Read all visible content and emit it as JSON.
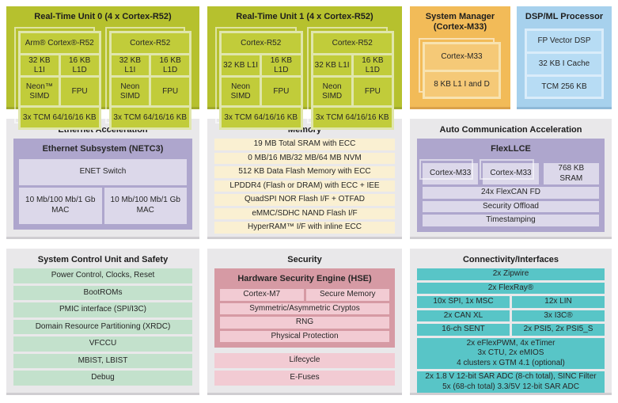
{
  "colors": {
    "rtu_green": "#b6c12e",
    "rtu_cell": "#c1cc3a",
    "manager_orange": "#f2bb58",
    "manager_cell": "#f5c977",
    "dsp_blue": "#a7d1ed",
    "dsp_cell": "#b7dcf4",
    "box_gray": "#e9e8ea",
    "purple_block": "#aea6cd",
    "purple_cell": "#dcd8ea",
    "memory_cream": "#faf0d2",
    "safety_green": "#c3e1cc",
    "hse_rose": "#d69aa4",
    "security_pink": "#f2cbd3",
    "teal": "#58c5c7",
    "text": "#262626"
  },
  "rtu0": {
    "title": "Real-Time Unit 0 (4 x Cortex-R52)",
    "cards": [
      {
        "core": "Arm® Cortex®-R52",
        "l1i": "32 KB L1I",
        "l1d": "16 KB L1D",
        "simd": "Neon™ SIMD",
        "fpu": "FPU",
        "tcm": "3x TCM 64/16/16 KB"
      },
      {
        "core": "Cortex-R52",
        "l1i": "32 KB L1I",
        "l1d": "16 KB L1D",
        "simd": "Neon SIMD",
        "fpu": "FPU",
        "tcm": "3x TCM 64/16/16 KB"
      }
    ]
  },
  "rtu1": {
    "title": "Real-Time Unit 1 (4 x Cortex-R52)",
    "cards": [
      {
        "core": "Cortex-R52",
        "l1i": "32 KB L1I",
        "l1d": "16 KB L1D",
        "simd": "Neon SIMD",
        "fpu": "FPU",
        "tcm": "3x TCM 64/16/16 KB"
      },
      {
        "core": "Cortex-R52",
        "l1i": "32 KB L1I",
        "l1d": "16 KB L1D",
        "simd": "Neon SIMD",
        "fpu": "FPU",
        "tcm": "3x TCM 64/16/16 KB"
      }
    ]
  },
  "system_manager": {
    "title": "System Manager (Cortex-M33)",
    "cells": [
      "Cortex-M33",
      "8 KB L1 I and D"
    ]
  },
  "dsp": {
    "title": "DSP/ML Processor",
    "cells": [
      "FP Vector DSP",
      "32 KB I Cache",
      "TCM 256 KB"
    ]
  },
  "ethernet": {
    "title": "Ethernet Acceleration",
    "subsystem_title": "Ethernet Subsystem (NETC3)",
    "switch": "ENET Switch",
    "mac1": "10 Mb/100 Mb/1 Gb MAC",
    "mac2": "10 Mb/100 Mb/1 Gb MAC"
  },
  "memory": {
    "title": "Memory",
    "rows": [
      "19 MB Total SRAM with ECC",
      "0 MB/16 MB/32 MB/64 MB NVM",
      "512 KB Data Flash Memory with ECC",
      "LPDDR4 (Flash or DRAM) with ECC + IEE",
      "QuadSPI NOR Flash I/F + OTFAD",
      "eMMC/SDHC NAND Flash I/F",
      "HyperRAM™ I/F with inline ECC"
    ]
  },
  "auto_comm": {
    "title": "Auto Communication Acceleration",
    "flexllce_title": "FlexLLCE",
    "cells": [
      "Cortex-M33",
      "Cortex-M33",
      "768 KB SRAM"
    ],
    "rows": [
      "24x FlexCAN FD",
      "Security Offload",
      "Timestamping"
    ]
  },
  "scu": {
    "title": "System Control Unit and Safety",
    "rows": [
      "Power Control, Clocks, Reset",
      "BootROMs",
      "PMIC interface (SPI/I3C)",
      "Domain Resource Partitioning (XRDC)",
      "VFCCU",
      "MBIST, LBIST",
      "Debug"
    ]
  },
  "security": {
    "title": "Security",
    "hse_title": "Hardware Security Engine (HSE)",
    "hse_pair": [
      "Cortex-M7",
      "Secure Memory"
    ],
    "hse_rows": [
      "Symmetric/Asymmetric Cryptos",
      "RNG",
      "Physical Protection"
    ],
    "rows": [
      "Lifecycle",
      "E-Fuses"
    ]
  },
  "connectivity": {
    "title": "Connectivity/Interfaces",
    "row1": "2x Zipwire",
    "row2": "2x FlexRay®",
    "pairs": [
      [
        "10x SPI, 1x MSC",
        "12x LIN"
      ],
      [
        "2x CAN XL",
        "3x I3C®"
      ],
      [
        "16-ch SENT",
        "2x PSI5, 2x PSI5_S"
      ]
    ],
    "timers_lines": [
      "2x eFlexPWM, 4x eTimer",
      "3x CTU, 2x eMIOS",
      "4 clusters x GTM 4.1 (optional)"
    ],
    "adc_lines": [
      "2x 1.8 V 12-bit SAR ADC (8-ch total), SINC Filter",
      "5x (68-ch total) 3.3/5V 12-bit SAR ADC"
    ]
  }
}
